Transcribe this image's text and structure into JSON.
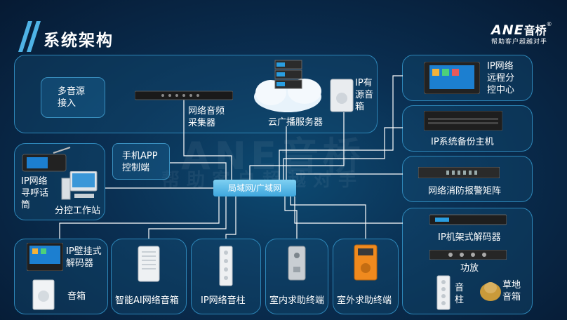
{
  "header": {
    "title": "系统架构"
  },
  "logo": {
    "brand": "ANE",
    "brand_cn": "音桥",
    "registered": "®",
    "slogan": "帮助客户超越对手"
  },
  "watermark": {
    "brand": "ANE音桥",
    "slogan": "帮助客户超越对手"
  },
  "hub": {
    "label": "局域网/广域网"
  },
  "top_panel": {
    "multi_source": "多音源\n接入",
    "audio_collector": "网络音频\n采集器",
    "cloud_server": "云广播服务器",
    "ip_active_speaker": "IP有\n源音\n箱"
  },
  "right_column": {
    "remote_console": "IP网络\n远程分\n控中心",
    "backup_host": "IP系统备份主机",
    "fire_matrix": "网络消防报警矩阵"
  },
  "left_panel": {
    "paging_mic": "IP网络\n寻呼话\n筒",
    "workstation": "分控工作站"
  },
  "app_box": {
    "label": "手机APP\n控制端"
  },
  "bottom_row": {
    "wall_decoder": "IP壁挂式\n解码器",
    "speaker": "音箱",
    "ai_speaker": "智能AI网络音箱",
    "column_speaker": "IP网络音柱",
    "indoor_terminal": "室内求助终端",
    "outdoor_terminal": "室外求助终端"
  },
  "rack_group": {
    "rack_decoder": "IP机架式解码器",
    "amplifier": "功放",
    "column": "音\n柱",
    "lawn_speaker": "草地\n音箱"
  },
  "colors": {
    "background": "#0a2f52",
    "line": "#ffffff",
    "panel_border": "#2d86b8",
    "hub": "#3ea6dd"
  }
}
